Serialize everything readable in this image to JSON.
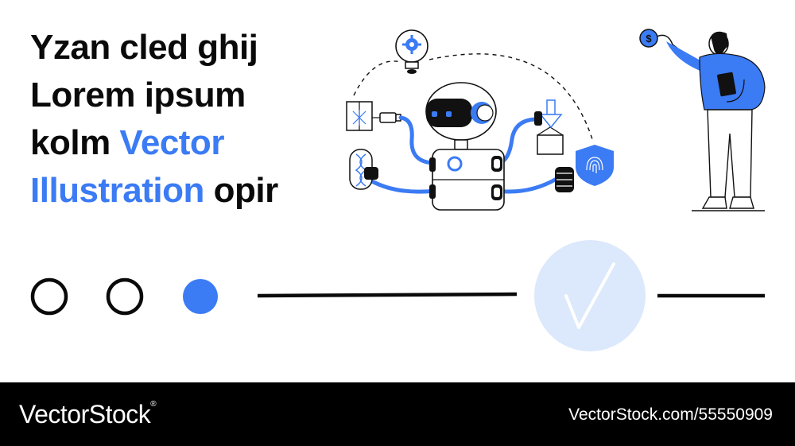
{
  "headline": {
    "line1": "Yzan cled ghij",
    "line2": "Lorem ipsum",
    "line3_plain": "kolm ",
    "line3_accent": "Vector",
    "line4_accent": "Illustration",
    "line4_plain": " opir"
  },
  "colors": {
    "accent": "#3b7bf4",
    "light_accent": "#dce8fb",
    "ink": "#0a0a0a",
    "footer_bg": "#000000"
  },
  "icons": [
    "robot-icon",
    "lightbulb-gear-icon",
    "shield-fingerprint-icon",
    "dna-test-tube-icon",
    "download-box-icon",
    "coin-dollar-icon",
    "checkmark-icon"
  ],
  "progress": {
    "steps_total": 3,
    "active_step": 3,
    "completed": true
  },
  "coin": {
    "symbol": "$"
  },
  "footer": {
    "brand": "VectorStock",
    "registered_mark": "®",
    "url": "VectorStock.com/55550909"
  }
}
